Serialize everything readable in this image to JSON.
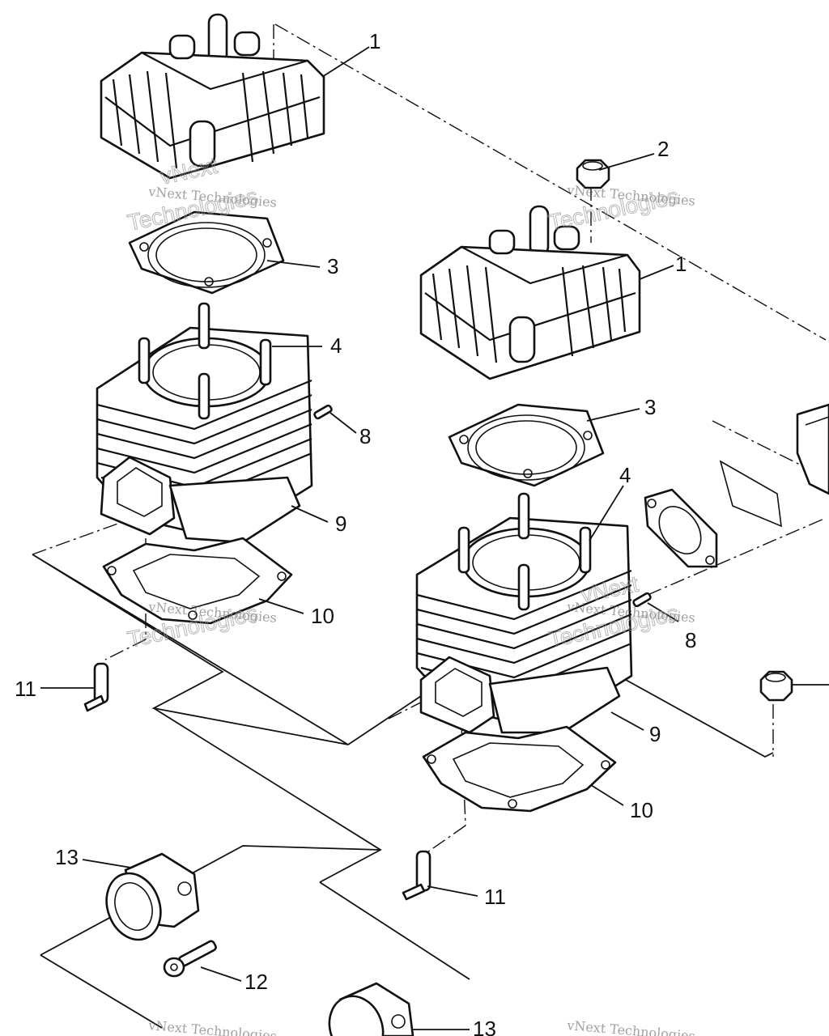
{
  "callouts": {
    "c1a": "1",
    "c1b": "1",
    "c2": "2",
    "c3a": "3",
    "c3b": "3",
    "c4a": "4",
    "c4b": "4",
    "c8a": "8",
    "c8b": "8",
    "c9a": "9",
    "c9b": "9",
    "c10a": "10",
    "c10b": "10",
    "c11a": "11",
    "c11b": "11",
    "c12": "12",
    "c13a": "13",
    "c13b": "13"
  },
  "watermark": {
    "brand": "vNext Technologies",
    "overlay": "Technologies",
    "overlay_small": "vNext"
  }
}
